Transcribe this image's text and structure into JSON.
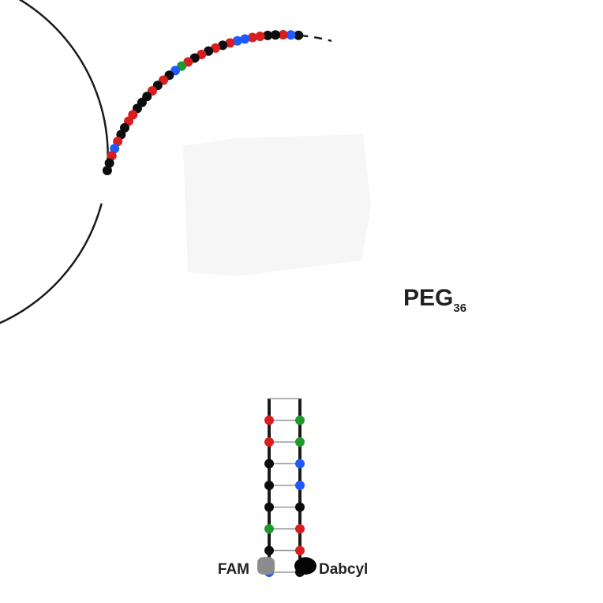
{
  "labels": {
    "peg_main": "PEG",
    "peg_sub": "36",
    "fam": "FAM",
    "dabcyl": "Dabcyl"
  },
  "colors": {
    "backbone": "#1a1a1a",
    "rung": "#9a9a9a",
    "black": "#0d0d0d",
    "red": "#d81e1e",
    "blue": "#1e5aff",
    "green": "#1f9a2f",
    "fam": "#8c8c8c",
    "dabcyl": "#050505"
  },
  "loop_bases": [
    "black",
    "blue",
    "red",
    "black",
    "black",
    "red",
    "red",
    "blue",
    "blue",
    "red",
    "black",
    "red",
    "black",
    "red",
    "black",
    "red",
    "green",
    "blue",
    "black",
    "red",
    "black",
    "red",
    "black",
    "black",
    "black",
    "red",
    "red",
    "black",
    "black",
    "red",
    "blue",
    "red",
    "black",
    "black"
  ],
  "stem": {
    "left": [
      "red",
      "red",
      "black",
      "black",
      "black",
      "green",
      "black",
      "blue"
    ],
    "right": [
      "green",
      "green",
      "blue",
      "blue",
      "black",
      "red",
      "red",
      "black"
    ]
  }
}
